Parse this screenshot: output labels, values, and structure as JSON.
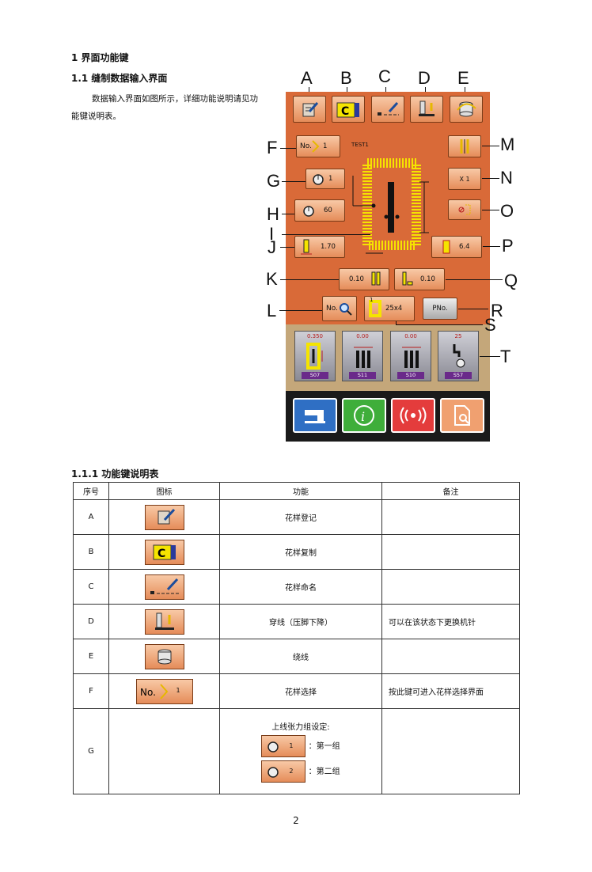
{
  "section_title": "1 界面功能键",
  "subsection_title": "1.1 缝制数据输入界面",
  "intro_text": "数据输入界面如图所示，详细功能说明请见功能键说明表。",
  "panel": {
    "callout_letters": [
      "A",
      "B",
      "C",
      "D",
      "E",
      "F",
      "G",
      "H",
      "I",
      "J",
      "K",
      "L",
      "M",
      "N",
      "O",
      "P",
      "Q",
      "R",
      "S",
      "T"
    ],
    "pattern_no_value": "1",
    "pattern_name": "TEST1",
    "no_label": "No.",
    "tension_group": "1",
    "tension_value": "60",
    "n_multiplier": "X 1",
    "j_value": "1.70",
    "p_value": "6.4",
    "k_value": "0.10",
    "q_value": "0.10",
    "s_top": "1",
    "s_value": "25x4",
    "pno_label": "PNo.",
    "tiles": [
      {
        "value": "0.350",
        "code": "S07"
      },
      {
        "value": "0.00",
        "code": "S11"
      },
      {
        "value": "0.00",
        "code": "S10"
      },
      {
        "value": "25",
        "code": "S57"
      }
    ]
  },
  "table_title": "1.1.1 功能键说明表",
  "table": {
    "headers": [
      "序号",
      "图标",
      "功能",
      "备注"
    ],
    "rows": [
      {
        "id": "A",
        "function": "花样登记",
        "note": ""
      },
      {
        "id": "B",
        "function": "花样复制",
        "note": ""
      },
      {
        "id": "C",
        "function": "花样命名",
        "note": ""
      },
      {
        "id": "D",
        "function": "穿线（压脚下降）",
        "note": "可以在该状态下更换机针"
      },
      {
        "id": "E",
        "function": "绕线",
        "note": ""
      },
      {
        "id": "F",
        "function": "花样选择",
        "note": "按此键可进入花样选择界面",
        "icon_value": "1"
      },
      {
        "id": "G",
        "function": "上线张力组设定:",
        "group1_value": "1",
        "group1_text": "：第一组",
        "group2_value": "2",
        "group2_text": "：第二组",
        "note": ""
      }
    ]
  },
  "page_number": "2"
}
